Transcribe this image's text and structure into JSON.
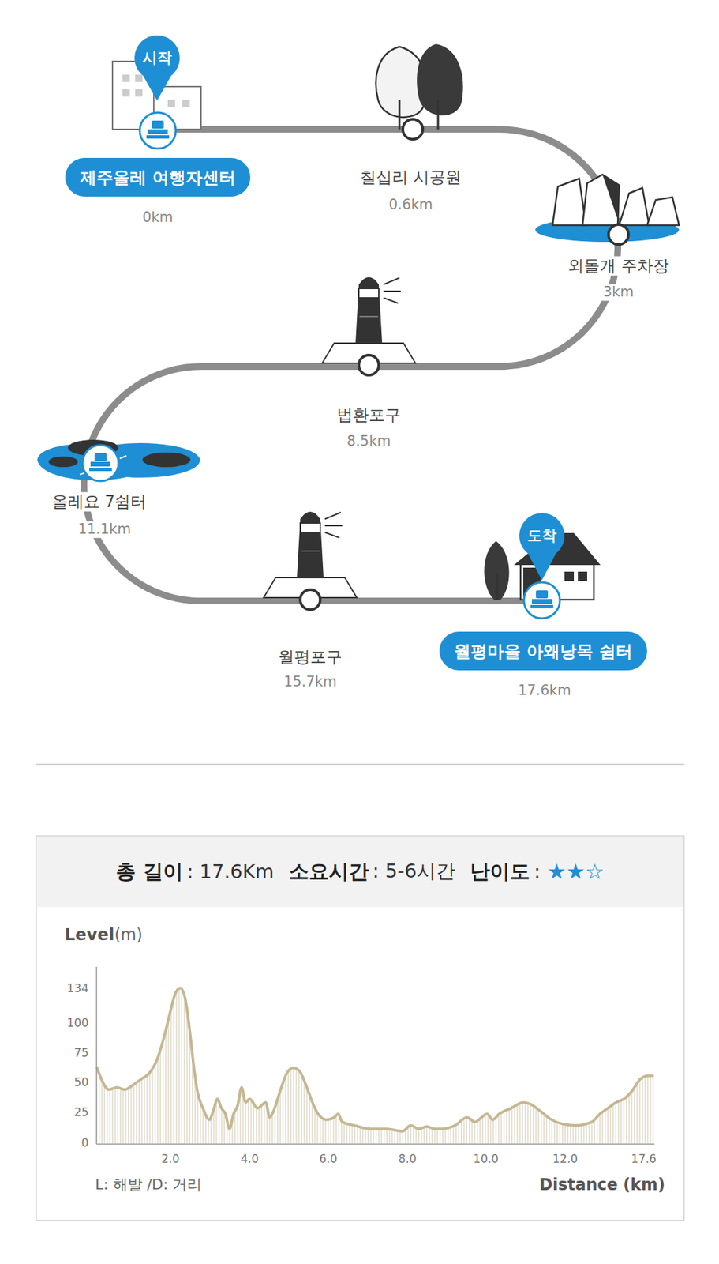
{
  "diagram": {
    "nodes": [
      {
        "text": [
          "시작"
        ]
      },
      {
        "text": [
          "제주올레 여행자센터"
        ]
      },
      {
        "text": [
          "도착"
        ]
      },
      {
        "text": [
          "월평마을 아왜낭목 쉼터"
        ]
      },
      {
        "text": [
          "총 길이",
          ": 17.6Km",
          "소요시간",
          ": 5-6시간",
          "난이도",
          ":",
          "★★☆"
        ]
      }
    ],
    "labels": [
      "0km",
      "칠십리 시공원",
      "0.6km",
      "외돌개 주차장",
      "3km",
      "법환포구",
      "8.5km",
      "올레요 7쉼터",
      "11.1km",
      "월평포구",
      "15.7km",
      "17.6km",
      "Level",
      "(m)",
      "134",
      "100",
      "75",
      "50",
      "25",
      "0",
      "2.0",
      "4.0",
      "6.0",
      "8.0",
      "10.0",
      "12.0",
      "17.6",
      "L: 해발 /D: 거리",
      "Distance (km)"
    ]
  }
}
